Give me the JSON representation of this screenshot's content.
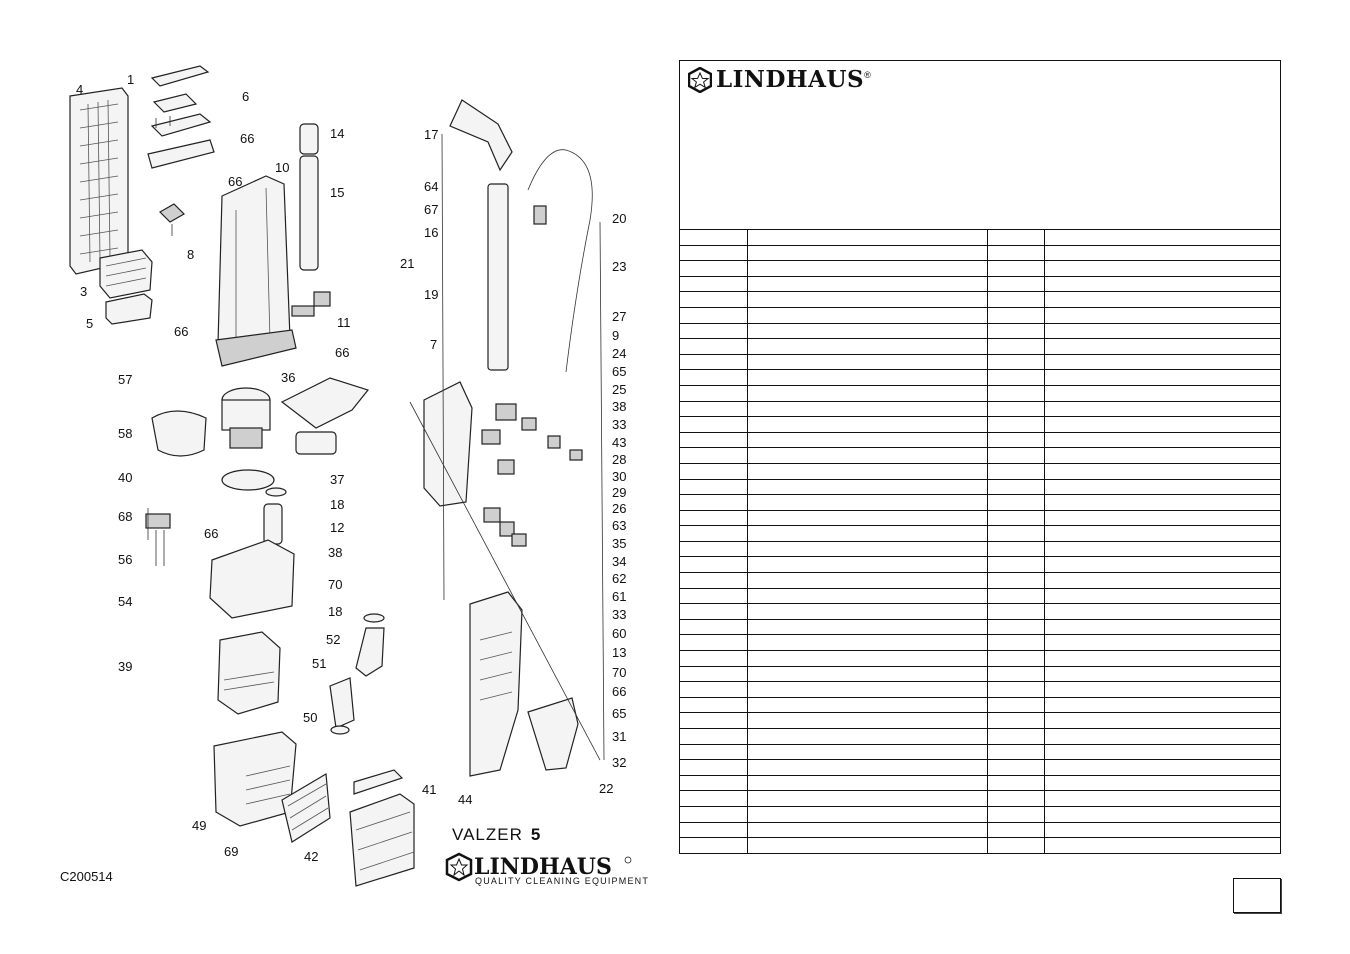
{
  "diagram": {
    "model_name": "VALZER",
    "model_number": "5",
    "doc_code": "C200514",
    "brand": "LINDHAUS",
    "tagline": "QUALITY CLEANING EQUIPMENT",
    "callouts": {
      "c1": "1",
      "c4": "4",
      "c6": "6",
      "c66a": "66",
      "c14": "14",
      "c15": "15",
      "c17": "17",
      "c10": "10",
      "c66b": "66",
      "c64": "64",
      "c67": "67",
      "c16": "16",
      "c20": "20",
      "c21": "21",
      "c8": "8",
      "c23": "23",
      "c3": "3",
      "c5": "5",
      "c19": "19",
      "c11": "11",
      "c66c": "66",
      "c66d": "66",
      "c27": "27",
      "c9": "9",
      "c7": "7",
      "c24": "24",
      "c57": "57",
      "c36": "36",
      "c65a": "65",
      "c25": "25",
      "c38a": "38",
      "c33a": "33",
      "c58": "58",
      "c43": "43",
      "c28": "28",
      "c37": "37",
      "c30": "30",
      "c40": "40",
      "c29": "29",
      "c18a": "18",
      "c26": "26",
      "c68": "68",
      "c12": "12",
      "c63": "63",
      "c66e": "66",
      "c35": "35",
      "c56": "56",
      "c38b": "38",
      "c34": "34",
      "c70a": "70",
      "c62": "62",
      "c54": "54",
      "c61": "61",
      "c18b": "18",
      "c33b": "33",
      "c52": "52",
      "c60": "60",
      "c39": "39",
      "c51": "51",
      "c13": "13",
      "c70b": "70",
      "c66f": "66",
      "c50": "50",
      "c65b": "65",
      "c31": "31",
      "c32": "32",
      "c41": "41",
      "c22": "22",
      "c44": "44",
      "c49": "49",
      "c42": "42",
      "c69": "69"
    }
  },
  "panel": {
    "brand": "LINDHAUS",
    "reg_mark": "®",
    "row_count": 40
  }
}
